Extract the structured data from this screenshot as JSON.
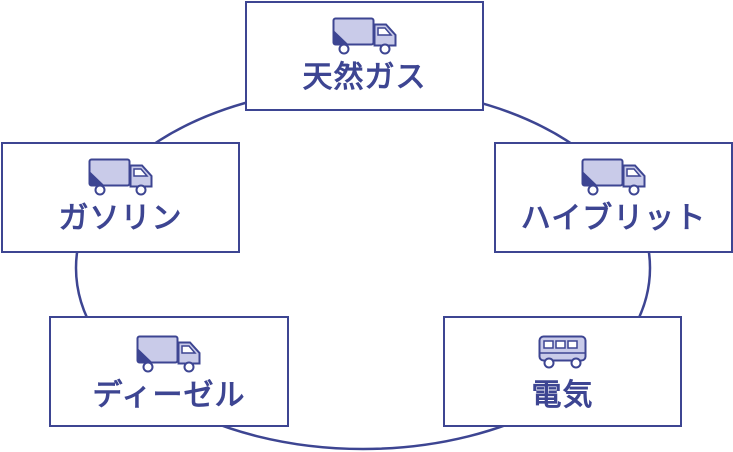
{
  "diagram": {
    "line_color": "#3d4592",
    "icon_fill": "#c9cbe9",
    "nodes": [
      {
        "id": "top",
        "label": "天然ガス",
        "icon": "truck-icon"
      },
      {
        "id": "right",
        "label": "ハイブリット",
        "icon": "truck-icon"
      },
      {
        "id": "bottom-right",
        "label": "電気",
        "icon": "bus-icon"
      },
      {
        "id": "bottom-left",
        "label": "ディーゼル",
        "icon": "truck-icon"
      },
      {
        "id": "left",
        "label": "ガソリン",
        "icon": "truck-icon"
      }
    ]
  }
}
